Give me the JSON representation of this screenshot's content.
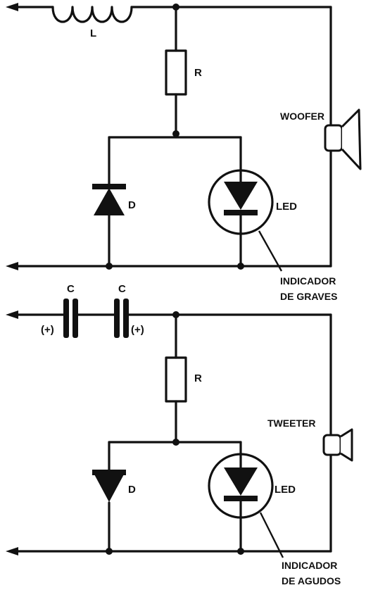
{
  "top_circuit": {
    "inductor_label": "L",
    "resistor_label": "R",
    "diode_label": "D",
    "led_label": "LED",
    "speaker_label": "WOOFER",
    "indicator_line1": "INDICADOR",
    "indicator_line2": "DE GRAVES"
  },
  "bottom_circuit": {
    "capacitor1_label": "C",
    "capacitor2_label": "C",
    "capacitor1_polarity": "(+)",
    "capacitor2_polarity": "(+)",
    "resistor_label": "R",
    "diode_label": "D",
    "led_label": "LED",
    "speaker_label": "TWEETER",
    "indicator_line1": "INDICADOR",
    "indicator_line2": "DE AGUDOS"
  }
}
